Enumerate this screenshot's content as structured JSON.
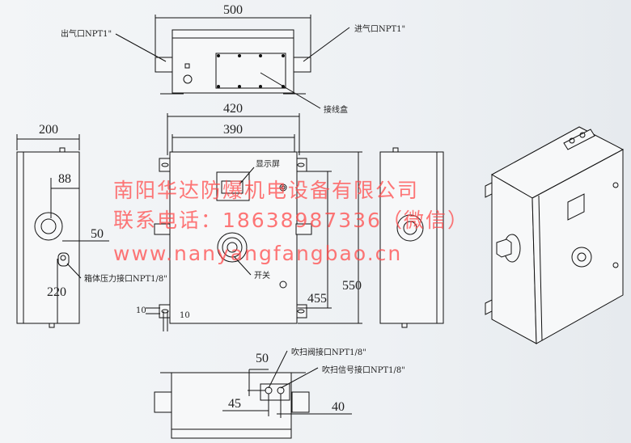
{
  "top_view": {
    "dim_width": "500",
    "label_outlet": "出气口NPT1\"",
    "label_inlet": "进气口NPT1\"",
    "label_junction_box": "接线盒"
  },
  "front_view": {
    "dim_outer_width": "420",
    "dim_inner_width": "390",
    "dim_inner_height": "455",
    "dim_outer_height": "550",
    "label_display": "显示屏",
    "label_switch": "开关",
    "dim_hole_a": "10",
    "dim_hole_b": "10"
  },
  "side_view": {
    "dim_depth": "200",
    "dim_88": "88",
    "dim_50": "50",
    "dim_220": "220",
    "label_pressure_port": "箱体压力接口NPT1/8\""
  },
  "bottom_view": {
    "dim_50": "50",
    "dim_45": "45",
    "dim_40": "40",
    "label_purge_valve": "吹扫阀接口NPT1/8\"",
    "label_purge_signal": "吹扫信号接口NPT1/8\""
  },
  "watermark": {
    "company": "南阳华达防爆机电设备有限公司",
    "phone": "联系电话：18638987336（微信）",
    "website": "www.nanyangfangbao.cn",
    "color": "#ff4a4a"
  }
}
